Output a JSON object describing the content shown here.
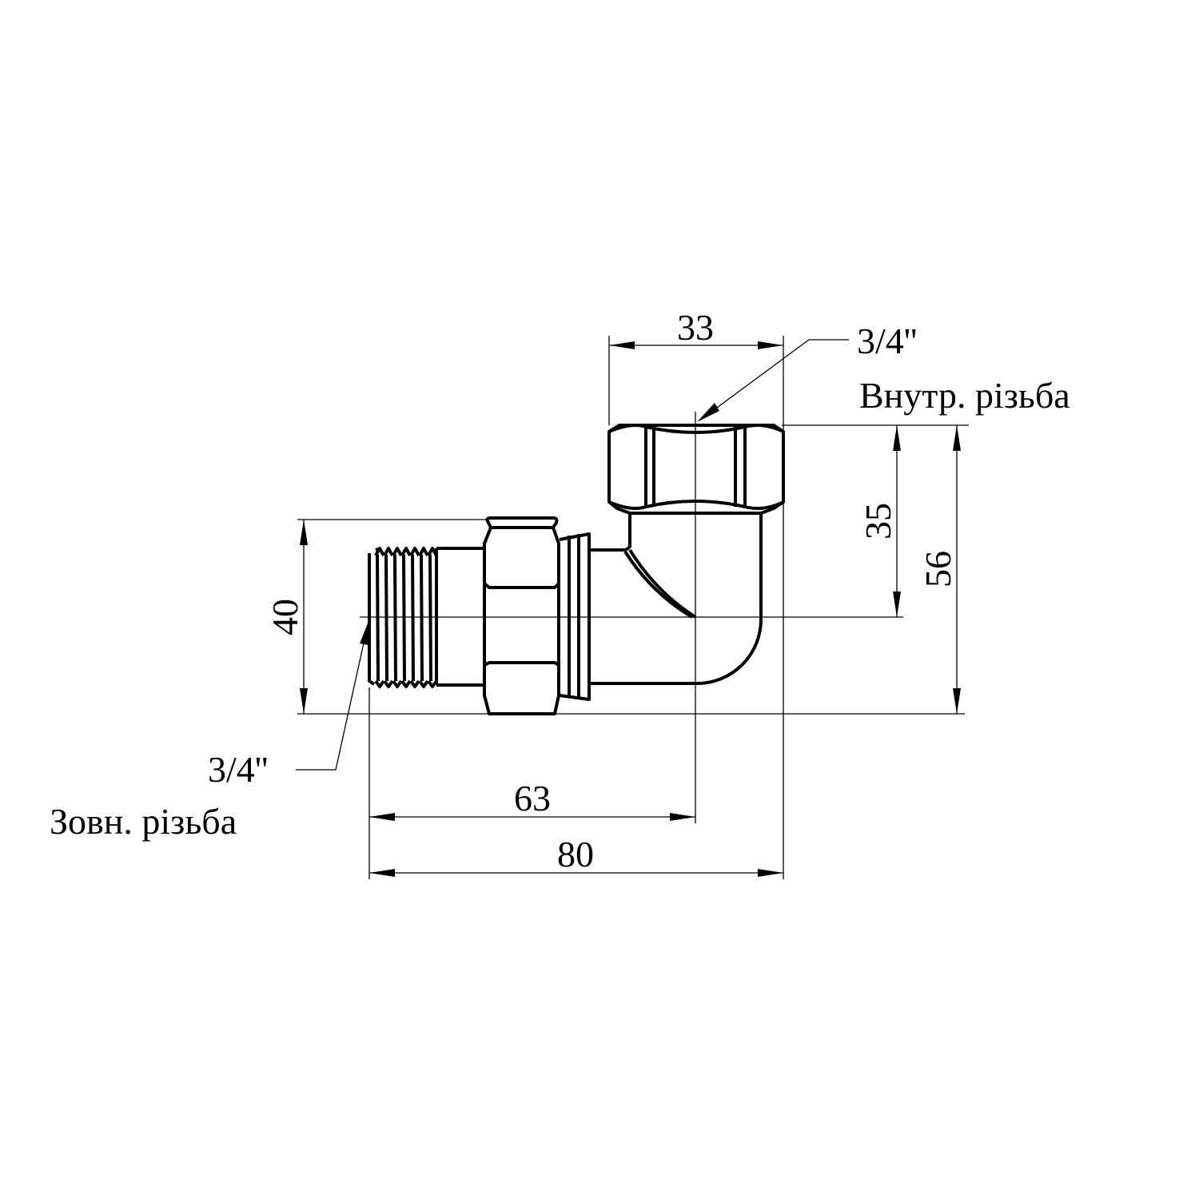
{
  "dimensions": {
    "top_width": "33",
    "overall_height": "40",
    "outlet_height": "35",
    "total_height": "56",
    "center_length": "63",
    "total_length": "80"
  },
  "callouts": {
    "internal": {
      "size": "3/4''",
      "label": "Внутр. різьба"
    },
    "external": {
      "size": "3/4''",
      "label": "Зовн. різьба"
    }
  }
}
